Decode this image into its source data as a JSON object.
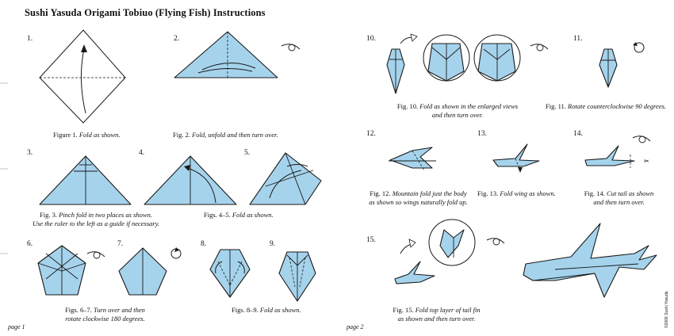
{
  "title": "Sushi Yasuda Origami Tobiuo (Flying Fish) Instructions",
  "steps": {
    "s1": "1.",
    "s2": "2.",
    "s3": "3.",
    "s4": "4.",
    "s5": "5.",
    "s6": "6.",
    "s7": "7.",
    "s8": "8.",
    "s9": "9.",
    "s10": "10.",
    "s11": "11.",
    "s12": "12.",
    "s13": "13.",
    "s14": "14.",
    "s15": "15."
  },
  "captions": {
    "c1_label": "Figure 1.",
    "c1_text": "Fold as shown.",
    "c2_label": "Fig. 2.",
    "c2_text": "Fold, unfold and then turn over.",
    "c3_label": "Fig. 3.",
    "c3_text_a": "Pinch fold in two places as shown.",
    "c3_text_b": "Use the ruler to the left as a guide if necessary.",
    "c45_label": "Figs. 4–5.",
    "c45_text": "Fold as shown.",
    "c67_label": "Figs. 6–7.",
    "c67_text_a": "Turn over and then",
    "c67_text_b": "rotate clockwise 180 degrees.",
    "c89_label": "Figs. 8–9.",
    "c89_text": "Fold as shown.",
    "c10_label": "Fig. 10.",
    "c10_text_a": "Fold as shown in the enlarged views",
    "c10_text_b": "and then turn over.",
    "c11_label": "Fig. 11.",
    "c11_text": "Rotate counterclockwise 90 degrees.",
    "c12_label": "Fig. 12.",
    "c12_text_a": "Mountain fold just the body",
    "c12_text_b": "as shown so wings naturally fold up.",
    "c13_label": "Fig. 13.",
    "c13_text": "Fold wing as shown.",
    "c14_label": "Fig. 14.",
    "c14_text_a": "Cut tail as shown",
    "c14_text_b": "and then turn over.",
    "c15_label": "Fig. 15.",
    "c15_text_a": "Fold top layer of tail fin",
    "c15_text_b": "as shown and then turn over."
  },
  "footer": {
    "page1": "page 1",
    "page2": "page 2",
    "copyright": "©2006 Sushi Yasuda"
  }
}
